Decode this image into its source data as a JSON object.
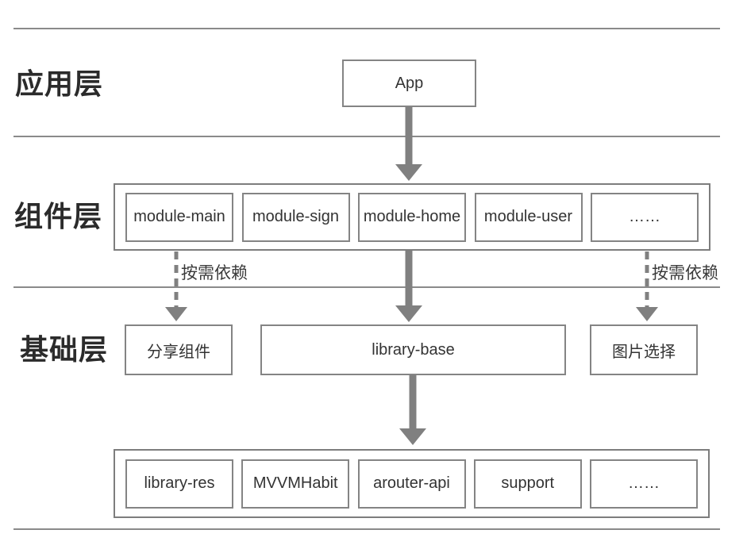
{
  "diagram": {
    "layers": {
      "application": {
        "label": "应用层",
        "nodes": [
          "App"
        ]
      },
      "component": {
        "label": "组件层",
        "modules": [
          "module-main",
          "module-sign",
          "module-home",
          "module-user",
          "……"
        ]
      },
      "base": {
        "label": "基础层",
        "nodes": [
          "分享组件",
          "library-base",
          "图片选择"
        ],
        "libraries": [
          "library-res",
          "MVVMHabit",
          "arouter-api",
          "support",
          "……"
        ]
      }
    },
    "edge_labels": {
      "left": "按需依赖",
      "right": "按需依赖"
    },
    "colors": {
      "background": "#ffffff",
      "separator_line": "#8a8a8a",
      "box_border": "#848484",
      "group_border": "#7d7d7d",
      "arrow": "#808080",
      "text": "#333333",
      "layer_label_text": "#2b2b2b"
    }
  }
}
